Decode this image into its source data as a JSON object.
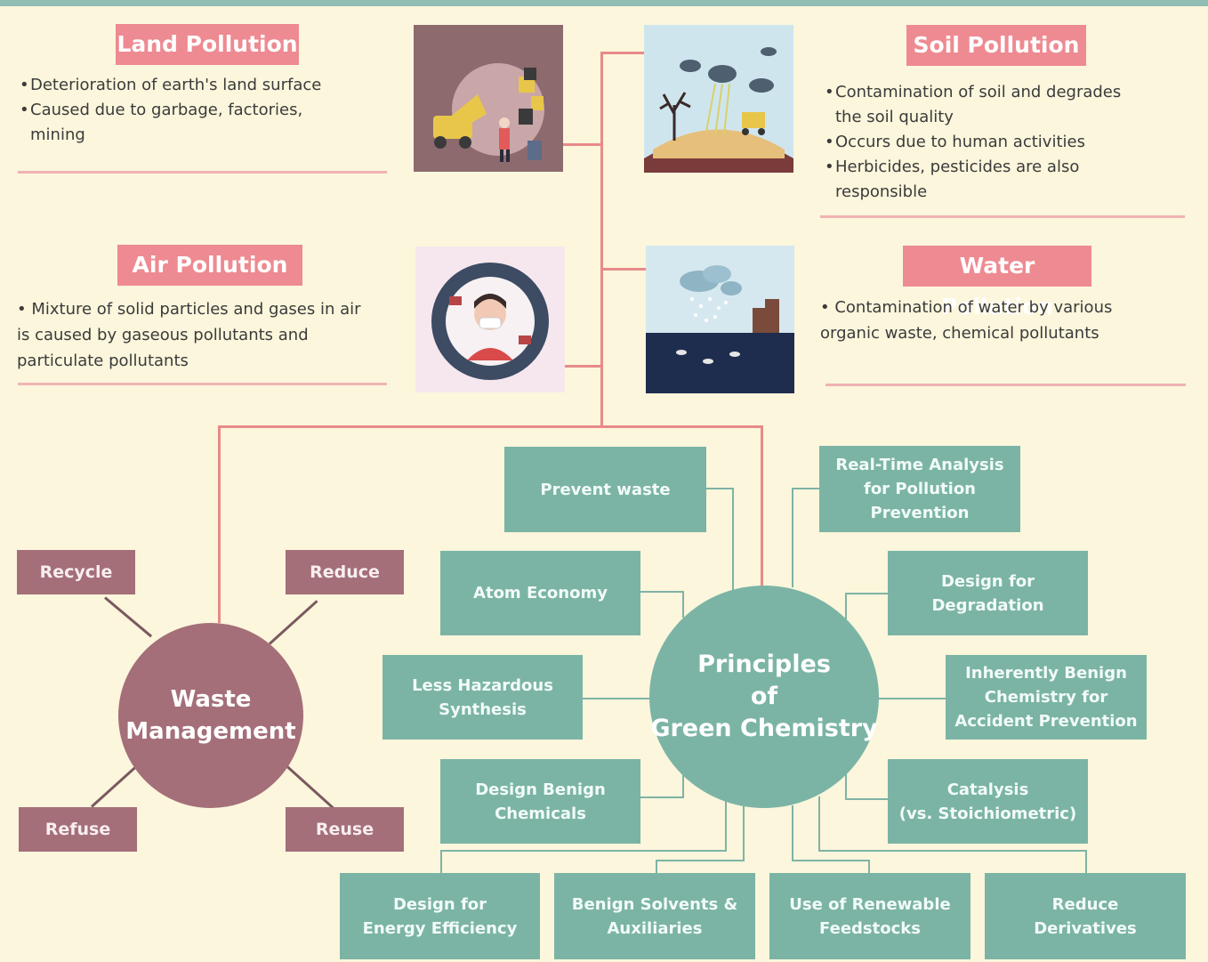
{
  "land": {
    "title": "Land Pollution",
    "bullets": [
      "Deterioration of earth's land surface",
      "Caused due to garbage, factories, mining"
    ]
  },
  "soil": {
    "title": "Soil Pollution",
    "bullets": [
      "Contamination of soil and degrades the soil quality",
      "Occurs due to human activities",
      "Herbicides, pesticides are also responsible"
    ]
  },
  "air": {
    "title": "Air Pollution",
    "text": "• Mixture of solid particles and gases in air is caused by gaseous pollutants and particulate pollutants"
  },
  "water": {
    "title": "Water Pollution",
    "text": "• Contamination of water by various organic waste, chemical pollutants"
  },
  "waste": {
    "center_line1": "Waste",
    "center_line2": "Management",
    "recycle": "Recycle",
    "reduce": "Reduce",
    "refuse": "Refuse",
    "reuse": "Reuse"
  },
  "green": {
    "center_line1": "Principles",
    "center_line2": "of",
    "center_line3": "Green Chemistry",
    "principles": {
      "prevent_waste": "Prevent waste",
      "atom_economy": "Atom Economy",
      "less_hazardous_1": "Less Hazardous",
      "less_hazardous_2": "Synthesis",
      "design_benign_1": "Design Benign",
      "design_benign_2": "Chemicals",
      "realtime_1": "Real-Time Analysis",
      "realtime_2": "for Pollution",
      "realtime_3": "Prevention",
      "degradation_1": "Design for",
      "degradation_2": "Degradation",
      "inherently_1": "Inherently Benign",
      "inherently_2": "Chemistry for",
      "inherently_3": "Accident Prevention",
      "catalysis_1": "Catalysis",
      "catalysis_2": "(vs. Stoichiometric)",
      "energy_1": "Design for",
      "energy_2": "Energy Efficiency",
      "solvents_1": "Benign Solvents &",
      "solvents_2": "Auxiliaries",
      "renewable_1": "Use of Renewable",
      "renewable_2": "Feedstocks",
      "derivatives_1": "Reduce",
      "derivatives_2": "Derivatives"
    }
  },
  "colors": {
    "background": "#fbf6dc",
    "pink": "#ee8a91",
    "teal": "#7bb4a5",
    "mauve": "#a46f79",
    "connector": "#e88a8a"
  },
  "illustrations": [
    "land-pollution-image",
    "soil-pollution-image",
    "air-pollution-image",
    "water-pollution-image"
  ]
}
